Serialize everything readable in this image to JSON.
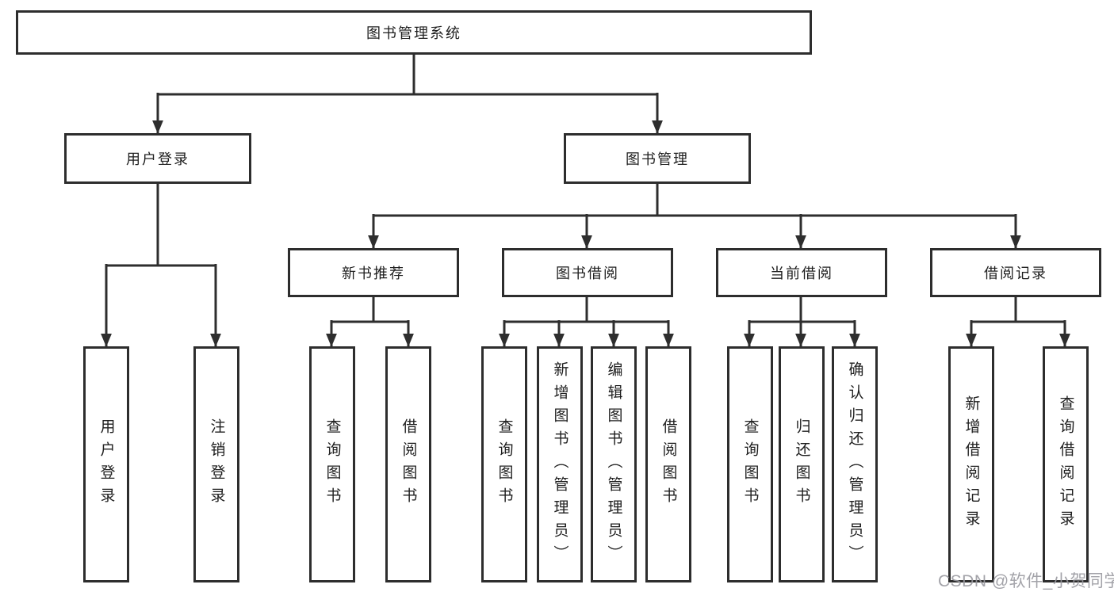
{
  "diagram": {
    "root": {
      "label": "图书管理系统"
    },
    "level1": {
      "user_login": {
        "label": "用户登录"
      },
      "book_mgmt": {
        "label": "图书管理"
      }
    },
    "level2": {
      "new_books": {
        "label": "新书推荐"
      },
      "book_borrow": {
        "label": "图书借阅"
      },
      "current_borrow": {
        "label": "当前借阅"
      },
      "borrow_records": {
        "label": "借阅记录"
      }
    },
    "leaves": {
      "user_login": {
        "label": "用户登录"
      },
      "logout": {
        "label": "注销登录"
      },
      "nb_query_books": {
        "label": "查询图书"
      },
      "nb_borrow_books": {
        "label": "借阅图书"
      },
      "bb_query_books": {
        "label": "查询图书"
      },
      "bb_add_books": {
        "label": "新增图书（管理员）"
      },
      "bb_edit_books": {
        "label": "编辑图书（管理员）"
      },
      "bb_borrow_books": {
        "label": "借阅图书"
      },
      "cb_query_books": {
        "label": "查询图书"
      },
      "cb_return_books": {
        "label": "归还图书"
      },
      "cb_confirm_return": {
        "label": "确认归还（管理员）"
      },
      "br_add_record": {
        "label": "新增借阅记录"
      },
      "br_query_record": {
        "label": "查询借阅记录"
      }
    }
  },
  "watermark": {
    "text": "CSDN @软件_小贺同学"
  },
  "colors": {
    "line": "#2e2e2e",
    "box_border": "#2d2d2d",
    "text": "#1e1e1e",
    "background": "#ffffff",
    "watermark": "#9a9aa0"
  }
}
